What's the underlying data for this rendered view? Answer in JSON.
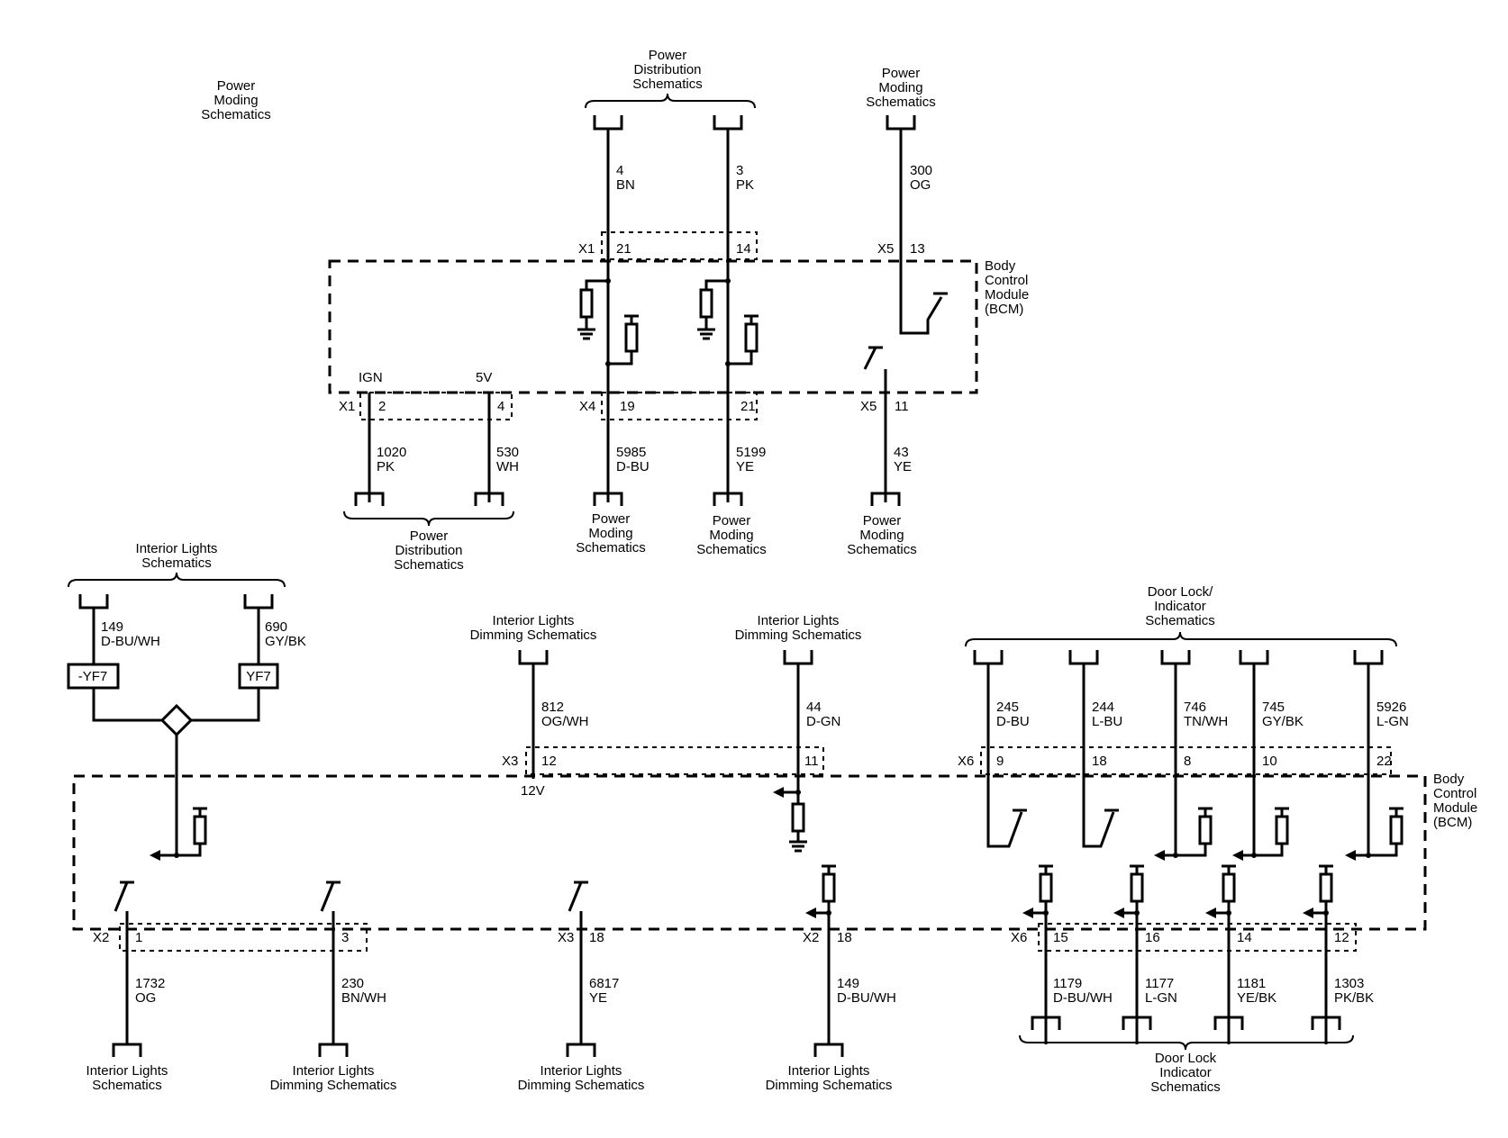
{
  "labels": {
    "pm_topleft": [
      "Power",
      "Moding",
      "Schematics"
    ],
    "pd_top": [
      "Power",
      "Distribution",
      "Schematics"
    ],
    "pm_topright": [
      "Power",
      "Moding",
      "Schematics"
    ],
    "bcm_upper": [
      "Body",
      "Control",
      "Module",
      "(BCM)"
    ],
    "bcm_lower": [
      "Body",
      "Control",
      "Module",
      "(BCM)"
    ],
    "pd_mid": [
      "Power",
      "Distribution",
      "Schematics"
    ],
    "pm_mid1": [
      "Power",
      "Moding",
      "Schematics"
    ],
    "pm_mid2": [
      "Power",
      "Moding",
      "Schematics"
    ],
    "pm_mid3": [
      "Power",
      "Moding",
      "Schematics"
    ],
    "ils_top": [
      "Interior Lights",
      "Schematics"
    ],
    "ild_1": [
      "Interior Lights",
      "Dimming Schematics"
    ],
    "ild_2": [
      "Interior Lights",
      "Dimming Schematics"
    ],
    "dli_top": [
      "Door Lock/",
      "Indicator",
      "Schematics"
    ],
    "bot_ils": [
      "Interior Lights",
      "Schematics"
    ],
    "bot_ild1": [
      "Interior Lights",
      "Dimming Schematics"
    ],
    "bot_ild2": [
      "Interior Lights",
      "Dimming Schematics"
    ],
    "bot_ild3": [
      "Interior Lights",
      "Dimming Schematics"
    ],
    "dli_bot": [
      "Door Lock",
      "Indicator",
      "Schematics"
    ]
  },
  "connectors": {
    "x1_top": "X1",
    "x5_top": "X5",
    "x1_mid": "X1",
    "x4_mid": "X4",
    "x5_mid": "X5",
    "x3_top": "X3",
    "x6_top": "X6",
    "x2_bot": "X2",
    "x3_bot": "X3",
    "x2_bot2": "X2",
    "x6_bot": "X6"
  },
  "pins": {
    "p21a": "21",
    "p14a": "14",
    "p13a": "13",
    "p2": "2",
    "p4": "4",
    "p19": "19",
    "p21b": "21",
    "p11a": "11",
    "p12a": "12",
    "p11b": "11",
    "p9": "9",
    "p18a": "18",
    "p8": "8",
    "p10": "10",
    "p22": "22",
    "p1": "1",
    "p3": "3",
    "p18b": "18",
    "p18c": "18",
    "p15": "15",
    "p16": "16",
    "p14b": "14",
    "p12b": "12"
  },
  "voltages": {
    "ign": "IGN",
    "v5": "5V",
    "v12": "12V"
  },
  "wires": {
    "w_top_bn": [
      "4",
      "BN"
    ],
    "w_top_pk": [
      "3",
      "PK"
    ],
    "w_top_og": [
      "300",
      "OG"
    ],
    "w_1020": [
      "1020",
      "PK"
    ],
    "w_530": [
      "530",
      "WH"
    ],
    "w_5985": [
      "5985",
      "D-BU"
    ],
    "w_5199": [
      "5199",
      "YE"
    ],
    "w_43": [
      "43",
      "YE"
    ],
    "w_149a": [
      "149",
      "D-BU/WH"
    ],
    "w_690": [
      "690",
      "GY/BK"
    ],
    "w_812": [
      "812",
      "OG/WH"
    ],
    "w_44": [
      "44",
      "D-GN"
    ],
    "w_245": [
      "245",
      "D-BU"
    ],
    "w_244": [
      "244",
      "L-BU"
    ],
    "w_746": [
      "746",
      "TN/WH"
    ],
    "w_745": [
      "745",
      "GY/BK"
    ],
    "w_5926": [
      "5926",
      "L-GN"
    ],
    "w_1732": [
      "1732",
      "OG"
    ],
    "w_230": [
      "230",
      "BN/WH"
    ],
    "w_6817": [
      "6817",
      "YE"
    ],
    "w_149b": [
      "149",
      "D-BU/WH"
    ],
    "w_1179": [
      "1179",
      "D-BU/WH"
    ],
    "w_1177": [
      "1177",
      "L-GN"
    ],
    "w_1181": [
      "1181",
      "YE/BK"
    ],
    "w_1303": [
      "1303",
      "PK/BK"
    ]
  },
  "switches": {
    "yf7_left": "-YF7",
    "yf7_right": "YF7"
  },
  "colors": {
    "ink": "#000000",
    "background": "#ffffff"
  }
}
